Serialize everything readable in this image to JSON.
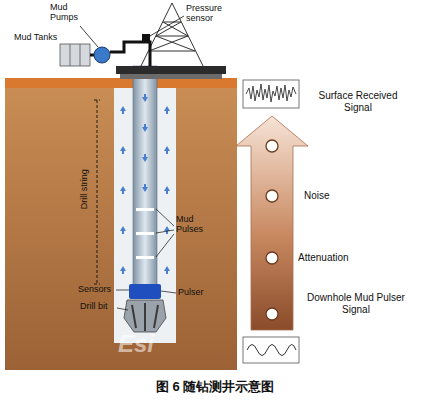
{
  "diagram": {
    "caption": "图 6 随钻测井示意图",
    "labels": [
      "Mud Pumps",
      "Pressure sensor",
      "Mud Tanks",
      "Drill string",
      "Mud Pulses",
      "Sensors",
      "Pulser",
      "Drill bit",
      "Surface Received Signal",
      "Noise",
      "Attenuation",
      "Downhole Mud Pulser Signal",
      "Esi"
    ]
  }
}
